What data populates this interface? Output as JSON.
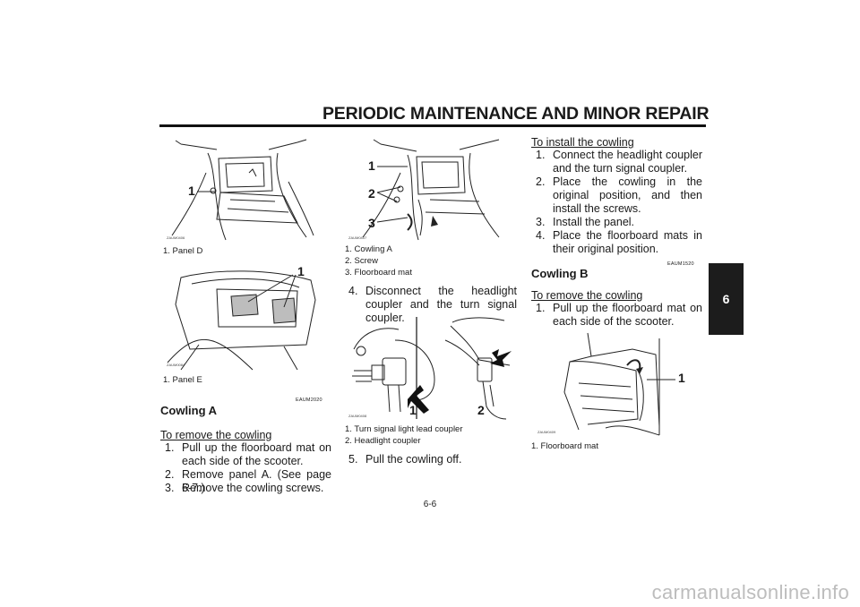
{
  "header": {
    "title": "PERIODIC MAINTENANCE AND MINOR REPAIR"
  },
  "chapter_tab": "6",
  "page_number": "6-6",
  "watermark": "carmanualsonline.info",
  "column1": {
    "fig1": {
      "code": "ZAUM0406",
      "callouts": [
        "1"
      ],
      "caption": "1. Panel D"
    },
    "fig2": {
      "code": "ZAUM0084",
      "callouts": [
        "1"
      ],
      "caption": "1. Panel E"
    },
    "section_code": "EAUM2020",
    "section_title": "Cowling A",
    "subheading": "To remove the cowling",
    "steps": [
      {
        "num": "1.",
        "text": "Pull up the floorboard mat on each side of the scooter."
      },
      {
        "num": "2.",
        "text": "Remove panel A. (See page 6-7.)"
      },
      {
        "num": "3.",
        "text": "Remove the cowling screws."
      }
    ]
  },
  "column2": {
    "fig3": {
      "code": "ZAUM0407",
      "callouts": [
        "1",
        "2",
        "3"
      ],
      "captions": [
        "1. Cowling A",
        "2. Screw",
        "3. Floorboard mat"
      ]
    },
    "steps_a": [
      {
        "num": "4.",
        "text": "Disconnect the headlight coupler and the turn signal coupler."
      }
    ],
    "fig4": {
      "code": "ZAUM0408",
      "callouts": [
        "1",
        "2"
      ],
      "captions": [
        "1. Turn signal light lead coupler",
        "2. Headlight coupler"
      ]
    },
    "steps_b": [
      {
        "num": "5.",
        "text": "Pull the cowling off."
      }
    ]
  },
  "column3": {
    "subheading": "To install the cowling",
    "steps": [
      {
        "num": "1.",
        "text": "Connect the headlight coupler and the turn signal coupler."
      },
      {
        "num": "2.",
        "text": "Place the cowling in the original position, and then install the screws."
      },
      {
        "num": "3.",
        "text": "Install the panel."
      },
      {
        "num": "4.",
        "text": "Place the floorboard mats in their original position."
      }
    ],
    "section_code": "EAUM1520",
    "section_title": "Cowling B",
    "subheading2": "To remove the cowling",
    "steps2": [
      {
        "num": "1.",
        "text": "Pull up the floorboard mat on each side of the scooter."
      }
    ],
    "fig5": {
      "code": "ZAUM0409",
      "callouts": [
        "1"
      ],
      "caption": "1. Floorboard mat"
    }
  }
}
